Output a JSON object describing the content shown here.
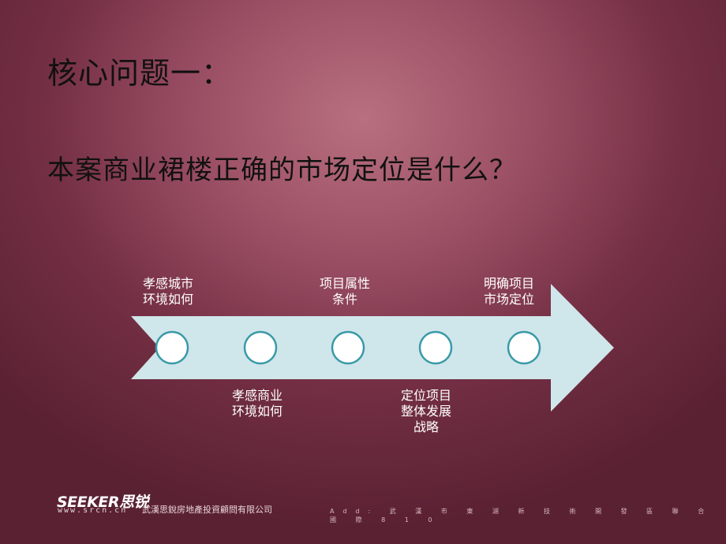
{
  "slide": {
    "heading": "核心问题一：",
    "question": "本案商业裙楼正确的市场定位是什么？"
  },
  "flow": {
    "steps": [
      {
        "lines": [
          "孝感城市",
          "环境如何"
        ],
        "position": "above"
      },
      {
        "lines": [
          "孝感商业",
          "环境如何"
        ],
        "position": "below"
      },
      {
        "lines": [
          "项目属性",
          "条件"
        ],
        "position": "above"
      },
      {
        "lines": [
          "定位项目",
          "整体发展",
          "战略"
        ],
        "position": "below"
      },
      {
        "lines": [
          "明确项目",
          "市场定位"
        ],
        "position": "above"
      }
    ],
    "colors": {
      "arrow": "#cfe6ea",
      "circle_fill": "#ffffff",
      "circle_stroke": "#3a9aa8"
    }
  },
  "footer": {
    "logo_text": "SEEKER思锐",
    "url": "www.srcn.cn",
    "company": "武漢思銳房地產投資顧問有限公司",
    "address": "Add: 武 漢 市 東 湖 新 技 術 開 發 區 聯 合 國 際 8 1 0"
  }
}
